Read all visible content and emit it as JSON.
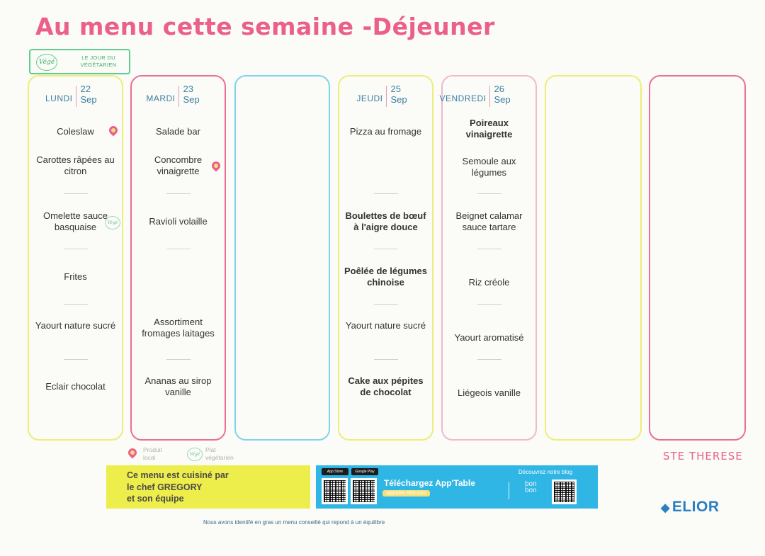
{
  "header": {
    "title": "Au menu cette semaine -Déjeuner"
  },
  "veggie_day": {
    "badge": "Végé",
    "label": "LE JOUR DU VÉGÉTARIEN"
  },
  "days": [
    {
      "name": "LUNDI",
      "date": "22",
      "month": "Sep",
      "color": "#eded7a",
      "items": [
        {
          "text": "Coleslaw",
          "bold": false,
          "marker": "local-pin"
        },
        {
          "text": "Carottes râpées au citron",
          "bold": false
        },
        {
          "text": "Omelette sauce basquaise",
          "bold": false,
          "marker": "veggie"
        },
        {
          "text": "Frites",
          "bold": false
        },
        {
          "text": "Yaourt nature sucré",
          "bold": false
        },
        {
          "text": "Eclair chocolat",
          "bold": false
        }
      ]
    },
    {
      "name": "MARDI",
      "date": "23",
      "month": "Sep",
      "color": "#ea6f98",
      "items": [
        {
          "text": "Salade bar",
          "bold": false
        },
        {
          "text": "Concombre vinaigrette",
          "bold": false,
          "marker": "local-pin"
        },
        {
          "text": "Ravioli volaille",
          "bold": false
        },
        {
          "text": "Assortiment fromages laitages",
          "bold": false
        },
        {
          "text": "Ananas au sirop vanille",
          "bold": false
        }
      ]
    },
    {
      "name": "",
      "date": "",
      "month": "",
      "color": "#7fd4ec",
      "items": []
    },
    {
      "name": "JEUDI",
      "date": "25",
      "month": "Sep",
      "color": "#eded7a",
      "items": [
        {
          "text": "Pizza au fromage",
          "bold": false
        },
        {
          "text": "Boulettes de bœuf à l'aigre douce",
          "bold": true
        },
        {
          "text": "Poêlée de légumes chinoise",
          "bold": true
        },
        {
          "text": "Yaourt nature sucré",
          "bold": false
        },
        {
          "text": "Cake aux pépites de chocolat",
          "bold": true
        }
      ]
    },
    {
      "name": "VENDREDI",
      "date": "26",
      "month": "Sep",
      "color": "#f2b8cc",
      "items": [
        {
          "text": "Poireaux vinaigrette",
          "bold": true
        },
        {
          "text": "Semoule aux légumes",
          "bold": false
        },
        {
          "text": "Beignet calamar sauce tartare",
          "bold": false
        },
        {
          "text": "Riz créole",
          "bold": false
        },
        {
          "text": "Yaourt aromatisé",
          "bold": false
        },
        {
          "text": "Liégeois vanille",
          "bold": false
        }
      ]
    },
    {
      "name": "",
      "date": "",
      "month": "",
      "color": "#eded7a",
      "items": []
    },
    {
      "name": "",
      "date": "",
      "month": "",
      "color": "#ea6f98",
      "items": []
    }
  ],
  "legend": {
    "local": "Produit local",
    "veggie_badge": "Végé",
    "veggie": "Plat végétarien"
  },
  "site_name": "STE THERESE",
  "chef": {
    "line1": "Ce menu est cuisiné par",
    "line2": "le chef GREGORY",
    "line3": "et son équipe"
  },
  "app": {
    "store_apple": "App Store",
    "store_google": "Google Play",
    "title": "Téléchargez App'Table",
    "url": "apptable.elior.com",
    "blog_title": "Découvrez notre blog",
    "blog_name": "bon bon"
  },
  "brand": "ELIOR",
  "footnote": "Nous avons identifé en gras un menu conseillé qui repond à un équilibre"
}
